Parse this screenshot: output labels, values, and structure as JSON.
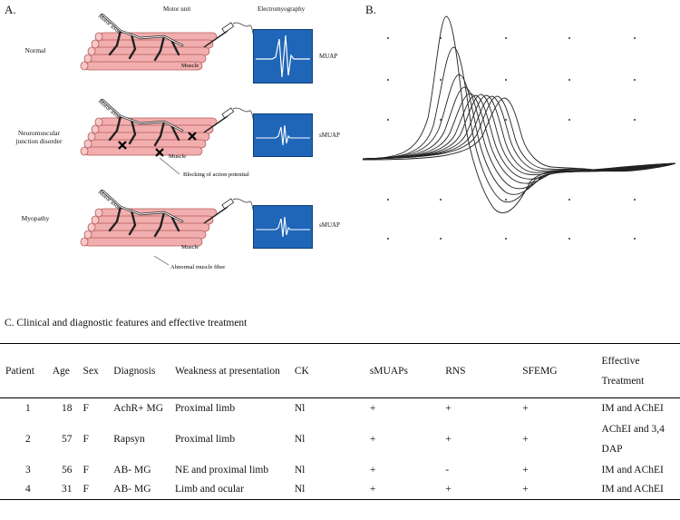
{
  "panel_a": {
    "label": "A.",
    "headers": {
      "motor_unit": "Motor unit",
      "emg": "Electromyography"
    },
    "rows": [
      {
        "condition": "Normal",
        "axon_label": "Motor axon",
        "muscle_label": "Muscle",
        "trace_label": "MUAP",
        "extra_labels": []
      },
      {
        "condition": "Neuromuscular junction disorder",
        "axon_label": "Motor axon",
        "muscle_label": "Muscle",
        "trace_label": "sMUAP",
        "extra_labels": [
          "Blocking of action potential"
        ]
      },
      {
        "condition": "Myopathy",
        "axon_label": "Motor axon",
        "muscle_label": "Muscle",
        "trace_label": "sMUAP",
        "extra_labels": [
          "Abnormal muscle fiber"
        ]
      }
    ],
    "colors": {
      "muscle": "#f2aeae",
      "muscle_stroke": "#b55a5a",
      "screen": "#1f66b8"
    }
  },
  "panel_b": {
    "label": "B."
  },
  "section_c": {
    "title": "C. Clinical and diagnostic features and effective treatment",
    "columns": [
      "Patient",
      "Age",
      "Sex",
      "Diagnosis",
      "Weakness at presentation",
      "CK",
      "sMUAPs",
      "RNS",
      "SFEMG",
      "Effective Treatment"
    ],
    "rows": [
      [
        "1",
        "18",
        "F",
        "AchR+ MG",
        "Proximal limb",
        "Nl",
        "+",
        "+",
        "+",
        "IM and AChEI"
      ],
      [
        "2",
        "57",
        "F",
        "Rapsyn",
        "Proximal limb",
        "Nl",
        "+",
        "+",
        "+",
        "AChEI and 3,4 DAP"
      ],
      [
        "3",
        "56",
        "F",
        "AB- MG",
        "NE and proximal limb",
        "Nl",
        "+",
        "-",
        "+",
        "IM and AChEI"
      ],
      [
        "4",
        "31",
        "F",
        "AB- MG",
        "Limb and ocular",
        "Nl",
        "+",
        "+",
        "+",
        "IM and AChEI"
      ]
    ]
  }
}
